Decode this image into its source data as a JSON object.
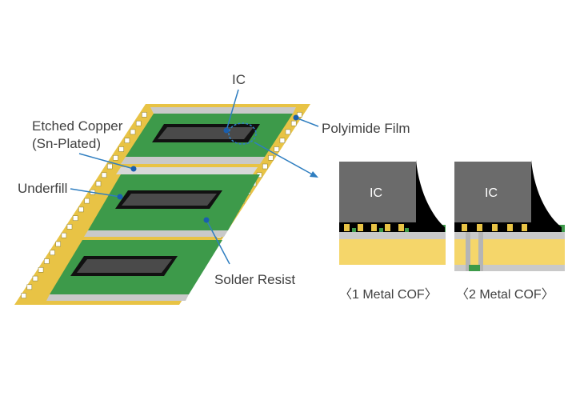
{
  "labels": {
    "ic": "IC",
    "etched_copper": "Etched Copper\n(Sn-Plated)",
    "polyimide_film": "Polyimide Film",
    "underfill": "Underfill",
    "solder_resist": "Solder Resist"
  },
  "cross_sections": [
    {
      "chip_label": "IC",
      "caption": "〈1 Metal COF〉"
    },
    {
      "chip_label": "IC",
      "caption": "〈2 Metal COF〉"
    }
  ],
  "colors": {
    "polyimide": "#e8c345",
    "solder_resist": "#3d9a4a",
    "ic_die": "#6b6b6b",
    "copper_trace": "#c9c9c9",
    "leader_line": "#2f7ec0",
    "dot": "#1a5fae",
    "underfill": "#000000"
  }
}
